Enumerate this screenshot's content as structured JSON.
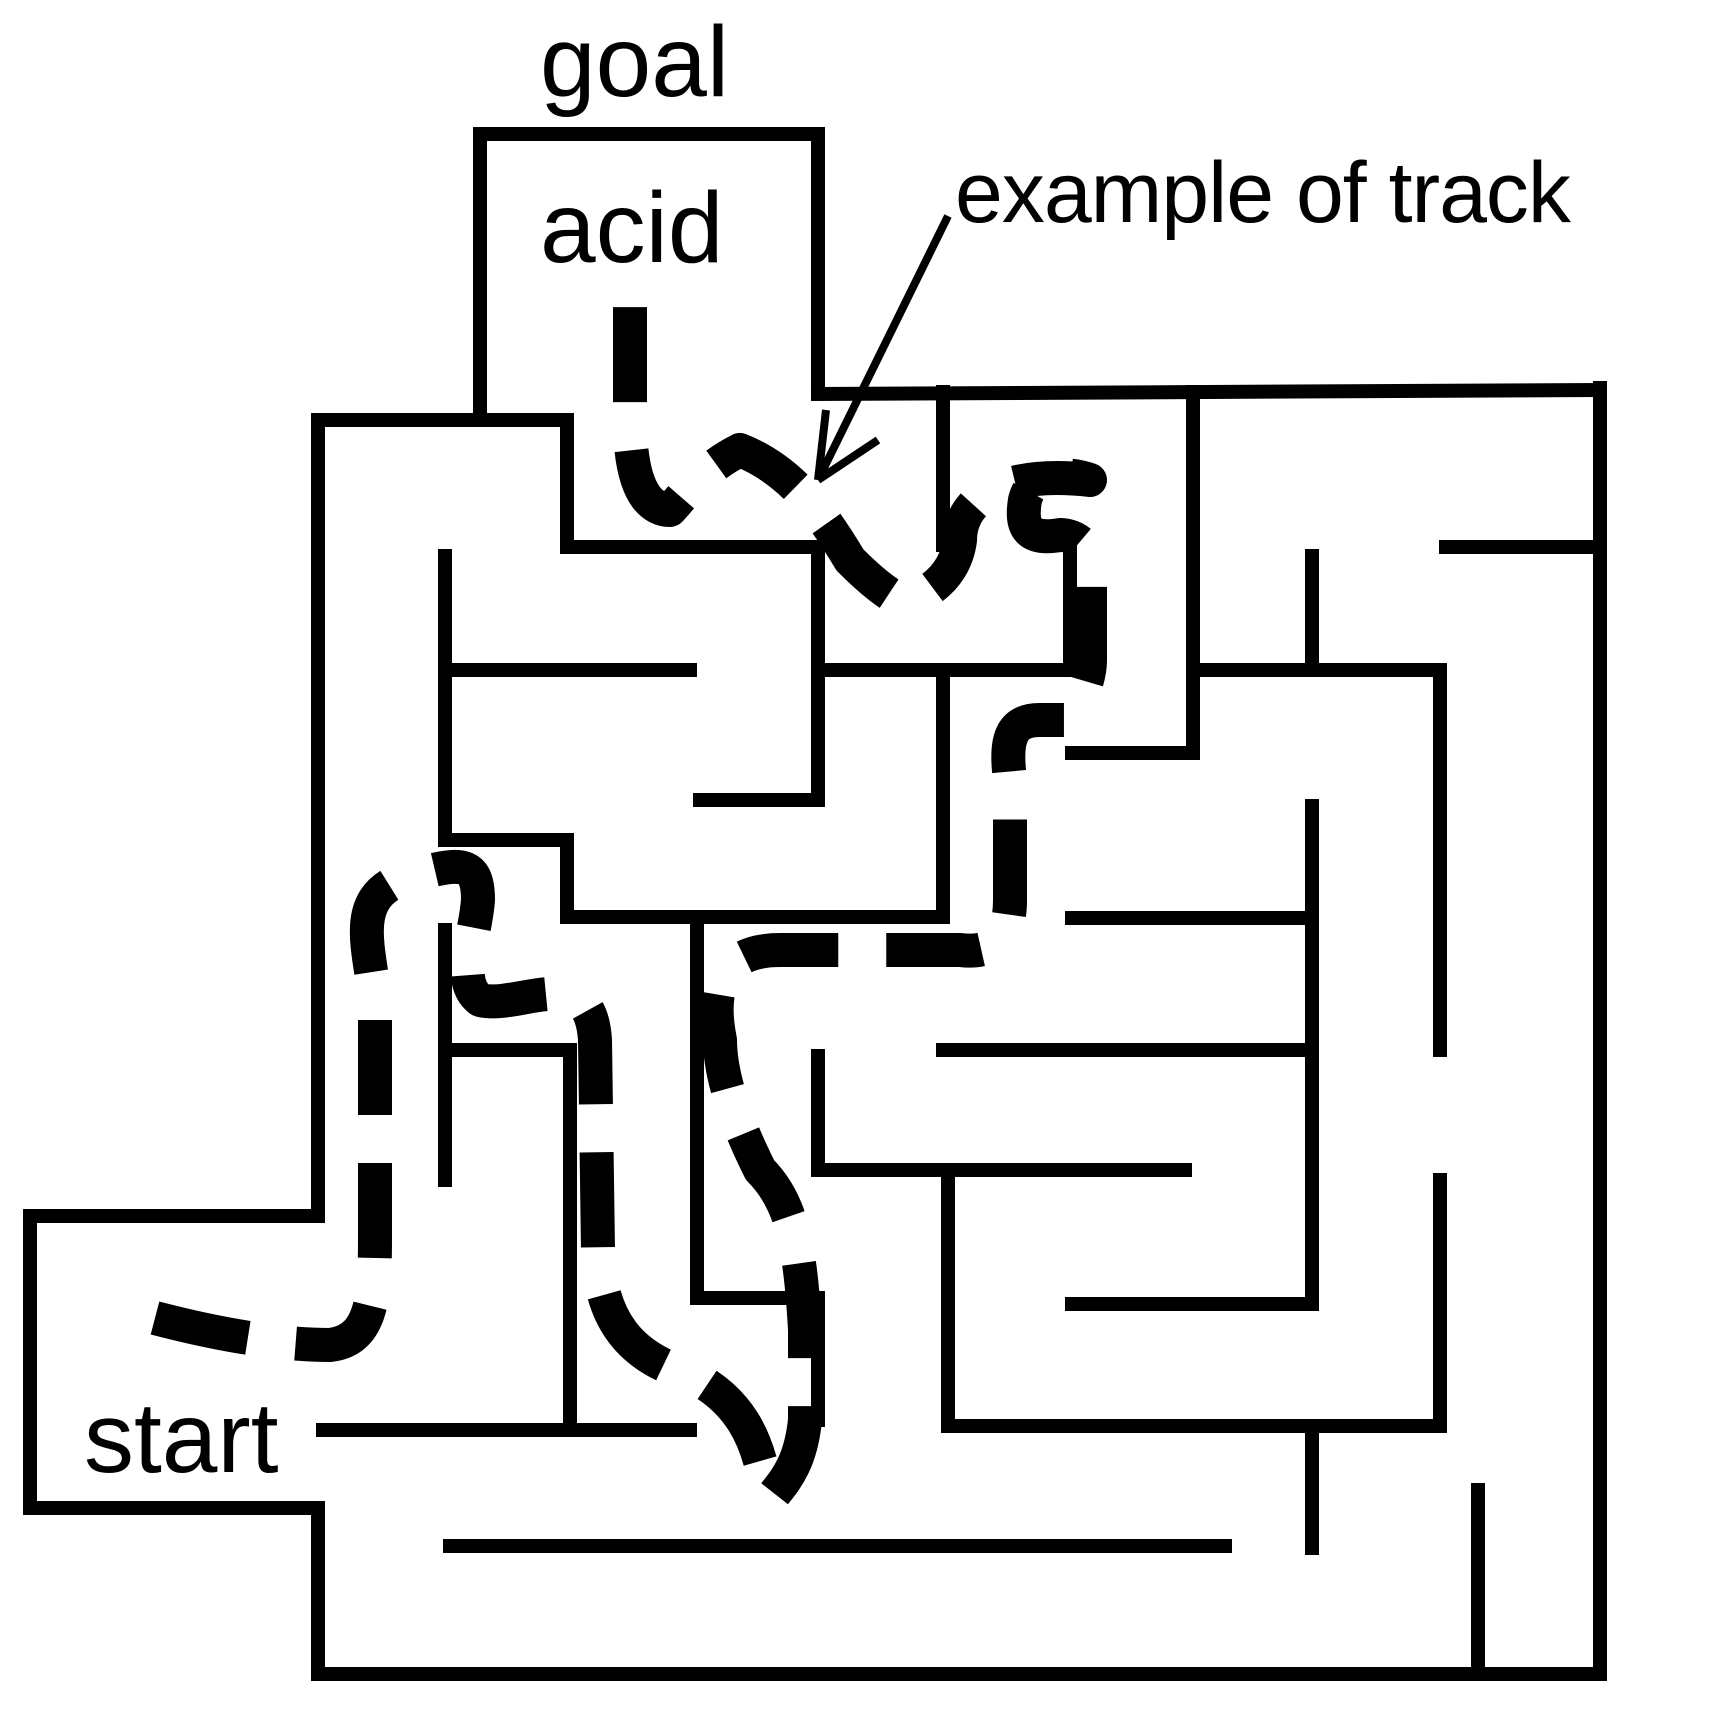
{
  "labels": {
    "goal": "goal",
    "acid": "acid",
    "track_note": "example of track",
    "start": "start"
  },
  "colors": {
    "background": "#ffffff",
    "ink": "#000000"
  }
}
